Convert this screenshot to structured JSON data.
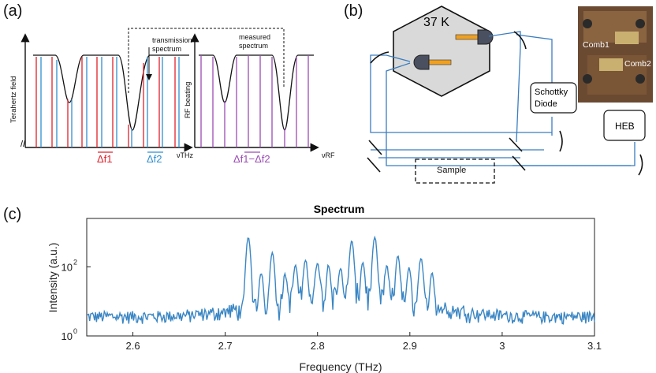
{
  "panels": {
    "a": "(a)",
    "b": "(b)",
    "c": "(c)"
  },
  "panel_a": {
    "left_ylabel": "Terahertz field",
    "left_xlabel": "νTHz",
    "transmission_label": [
      "transmission",
      "spectrum"
    ],
    "delta_f1": "Δf1",
    "delta_f2": "Δf2",
    "right_ylabel": "RF beating",
    "right_xlabel": "νRF",
    "measured_label": [
      "measured",
      "spectrum"
    ],
    "delta_diff": "Δf1−Δf2",
    "colors": {
      "red": "#e0202a",
      "blue": "#2f8fd0",
      "purple": "#9b4bb3"
    }
  },
  "panel_b": {
    "temperature": "37 K",
    "schottky": [
      "Schottky",
      "Diode"
    ],
    "heb": "HEB",
    "sample": "Sample",
    "comb1": "Comb1",
    "comb2": "Comb2",
    "beam_color": "#3a7dc0"
  },
  "chart_data": {
    "type": "line",
    "title": "Spectrum",
    "xlabel": "Frequency (THz)",
    "ylabel": "Intensity (a.u.)",
    "xlim": [
      2.55,
      3.1
    ],
    "ylim_log10": [
      0,
      3.4
    ],
    "yscale": "log",
    "xticks": [
      "2.6",
      "2.7",
      "2.8",
      "2.9",
      "3",
      "3.1"
    ],
    "yticks": [
      {
        "label": "10",
        "exp": "0",
        "value": 1
      },
      {
        "label": "10",
        "exp": "2",
        "value": 100
      }
    ],
    "series_color": "#3a86c4",
    "peaks": [
      {
        "x": 2.725,
        "y": 700
      },
      {
        "x": 2.739,
        "y": 60
      },
      {
        "x": 2.751,
        "y": 250
      },
      {
        "x": 2.765,
        "y": 50
      },
      {
        "x": 2.776,
        "y": 100
      },
      {
        "x": 2.787,
        "y": 150
      },
      {
        "x": 2.8,
        "y": 120
      },
      {
        "x": 2.812,
        "y": 100
      },
      {
        "x": 2.825,
        "y": 80
      },
      {
        "x": 2.837,
        "y": 550
      },
      {
        "x": 2.849,
        "y": 120
      },
      {
        "x": 2.862,
        "y": 700
      },
      {
        "x": 2.875,
        "y": 90
      },
      {
        "x": 2.887,
        "y": 200
      },
      {
        "x": 2.899,
        "y": 80
      },
      {
        "x": 2.912,
        "y": 170
      },
      {
        "x": 2.924,
        "y": 60
      }
    ]
  }
}
